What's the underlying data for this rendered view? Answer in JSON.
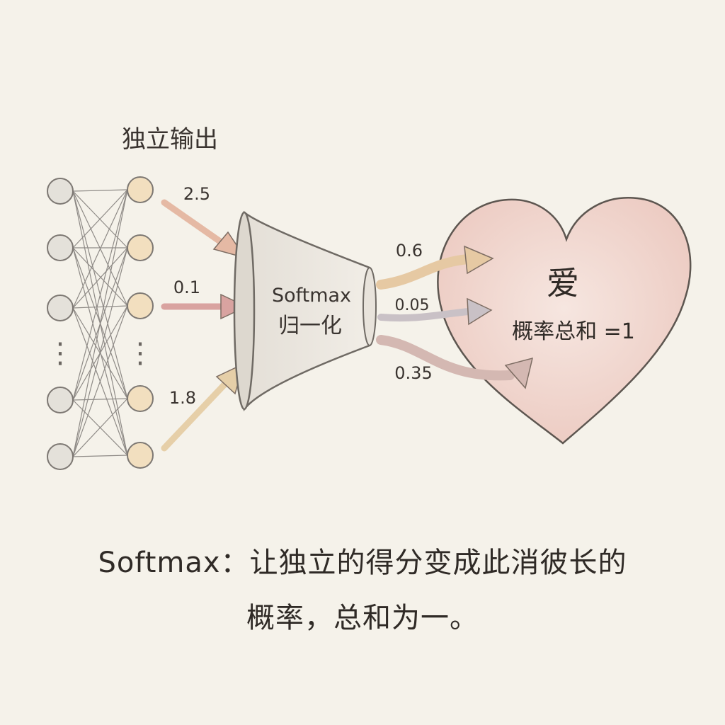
{
  "diagram": {
    "input_title": "独立输出",
    "scores": [
      "2.5",
      "0.1",
      "1.8"
    ],
    "funnel_label_line1": "Softmax",
    "funnel_label_line2": "归一化",
    "probabilities": [
      "0.6",
      "0.05",
      "0.35"
    ],
    "heart_title": "爱",
    "heart_subtitle": "概率总和 =1",
    "ellipsis": "⋮"
  },
  "caption": {
    "line1": "Softmax：让独立的得分变成此消彼长的",
    "line2": "概率，总和为一。"
  },
  "colors": {
    "background": "#f5f2ea",
    "input_node": "#e4e1da",
    "output_node": "#f2dfbf",
    "arrow_high": "#e5b9a4",
    "arrow_low": "#d9a3a0",
    "arrow_mid": "#e6cfa8",
    "heart_fill": "#f1d6cf",
    "funnel_fill": "#ebe7df"
  }
}
